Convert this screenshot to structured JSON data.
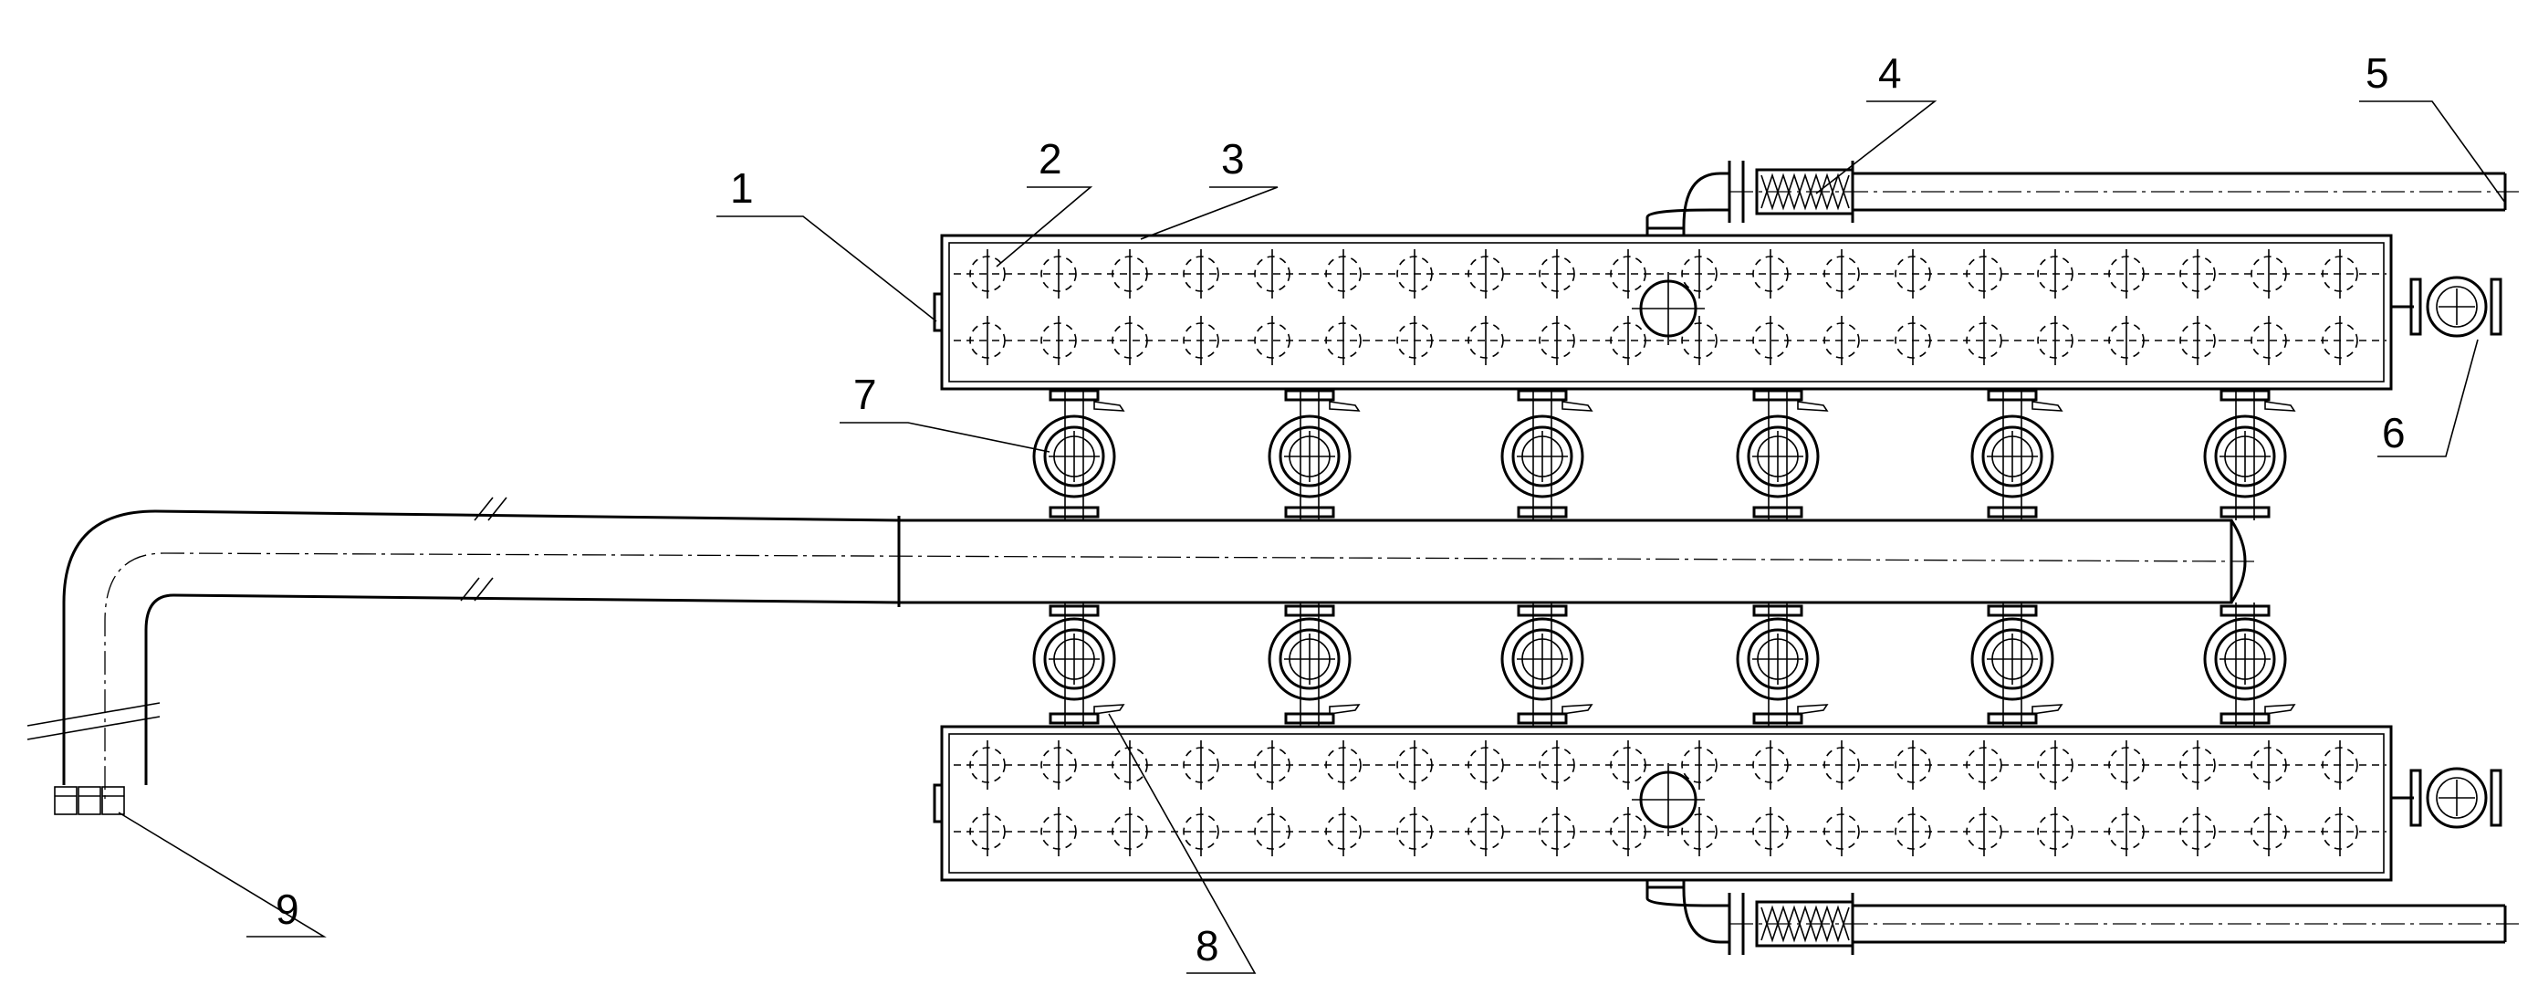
{
  "labels": [
    "1",
    "2",
    "3",
    "4",
    "5",
    "6",
    "7",
    "8",
    "9"
  ]
}
